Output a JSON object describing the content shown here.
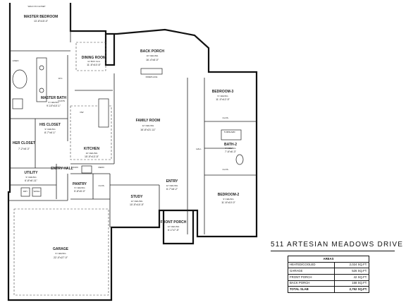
{
  "title": "511 ARTESIAN MEADOWS DRIVE",
  "areas": {
    "header": "AREAS",
    "rows": [
      {
        "label": "HEATED/COOLED",
        "value": "2,024 SQ.FT."
      },
      {
        "label": "GARAGE",
        "value": "526 SQ.FT."
      },
      {
        "label": "FRONT PORCH",
        "value": "42 SQ.FT."
      },
      {
        "label": "BACK PORCH",
        "value": "158 SQ.FT."
      }
    ],
    "total": {
      "label": "TOTAL SLAB",
      "value": "2,752 SQ.FT."
    }
  },
  "rooms": {
    "master_bedroom": {
      "name": "MASTER BEDROOM",
      "dims": "13'-8\"x15'-0\""
    },
    "dining": {
      "name": "DINING ROOM",
      "ceiling": "11' BOX CLG",
      "dims": "11'-6\"x10'-6\""
    },
    "back_porch": {
      "name": "BACK PORCH",
      "ceiling": "10' CEILING",
      "dims": "16'-4\"x8'-0\""
    },
    "master_bath": {
      "name": "MASTER BATH",
      "ceiling": "9' CEILING",
      "dims": "9'-10\"x10'-1\""
    },
    "his_closet": {
      "name": "HIS CLOSET",
      "ceiling": "9' CEILING",
      "dims": "8'-7\"x6'-1\""
    },
    "her_closet": {
      "name": "HER CLOSET",
      "dims": "7'-2\"x8'-3\""
    },
    "family": {
      "name": "FAMILY ROOM",
      "ceiling": "12' CEILING",
      "dims": "16'-8\"x21'-11\""
    },
    "kitchen": {
      "name": "KITCHEN",
      "ceiling": "10' CEILING",
      "dims": "15'-5\"x13'-5\""
    },
    "bedroom3": {
      "name": "BEDROOM-3",
      "ceiling": "9' CEILING",
      "dims": "11'-0\"x12'-5\""
    },
    "bath2": {
      "name": "BATH-2",
      "ceiling": "9' CEILING",
      "dims": "7'-6\"x6'-3\""
    },
    "bedroom2": {
      "name": "BEDROOM-2",
      "ceiling": "9' CEILING",
      "dims": "11'-6\"x10'-0\""
    },
    "utility": {
      "name": "UTILITY",
      "ceiling": "9' CEILING",
      "dims": "6'-8\"x6'-11\""
    },
    "entry_hall": {
      "name": "ENTRY HALL"
    },
    "pantry": {
      "name": "PANTRY",
      "ceiling": "9' CEILING",
      "dims": "5'-8\"x5'-0\""
    },
    "study": {
      "name": "STUDY",
      "ceiling": "12' CEILING",
      "dims": "10'-5\"x10'-5\""
    },
    "entry": {
      "name": "ENTRY",
      "ceiling": "12' CEILING",
      "dims": "6'-7\"x8'-2\""
    },
    "front_porch": {
      "name": "FRONT PORCH",
      "ceiling": "12' CEILING",
      "dims": "6'-1\"x7'-5\""
    },
    "garage": {
      "name": "GARAGE",
      "ceiling": "9' CEILING",
      "dims": "22'-0\"x27'-0\""
    }
  },
  "notes": {
    "wic": "WALK IN CLOSET",
    "hall": "HALL",
    "clos": "CLOS.",
    "coats": "COATS",
    "linen": "LINEN",
    "wc": "W.C.",
    "tub_shwr": "TUB/SHWR.",
    "fireplace": "FIREPLACE",
    "refr": "REFR.",
    "micro": "MICRO",
    "dw": "DW",
    "dry": "DRY",
    "wash": "WASH",
    "ceiling_10": "10' CEILING",
    "ceiling_9": "9' COLS"
  }
}
